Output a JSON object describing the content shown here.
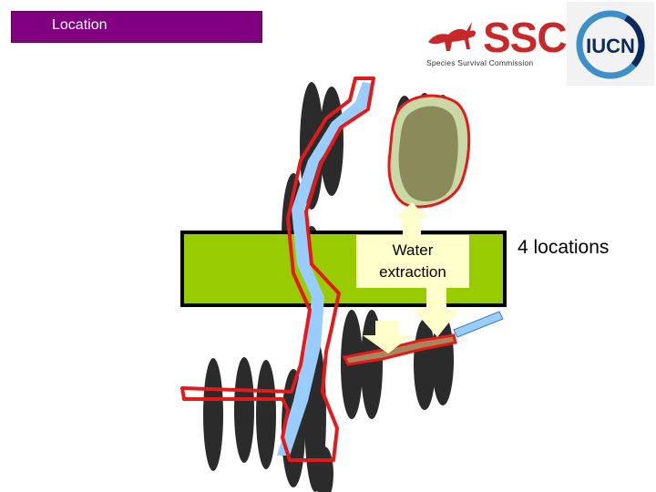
{
  "title": "Location",
  "ssc_logo": {
    "name": "SSC",
    "subtitle": "Species Survival Commission"
  },
  "iucn_logo": {
    "name": "IUCN"
  },
  "callout": {
    "line1": "Water",
    "line2": "extraction"
  },
  "summary": "4 locations",
  "colors": {
    "title_bg": "#800080",
    "threat_band": "#99cc00",
    "river": "#99ccff",
    "outline": "#e31a1c",
    "arrow": "#ffffcc",
    "lake": "#8a8a5a"
  }
}
